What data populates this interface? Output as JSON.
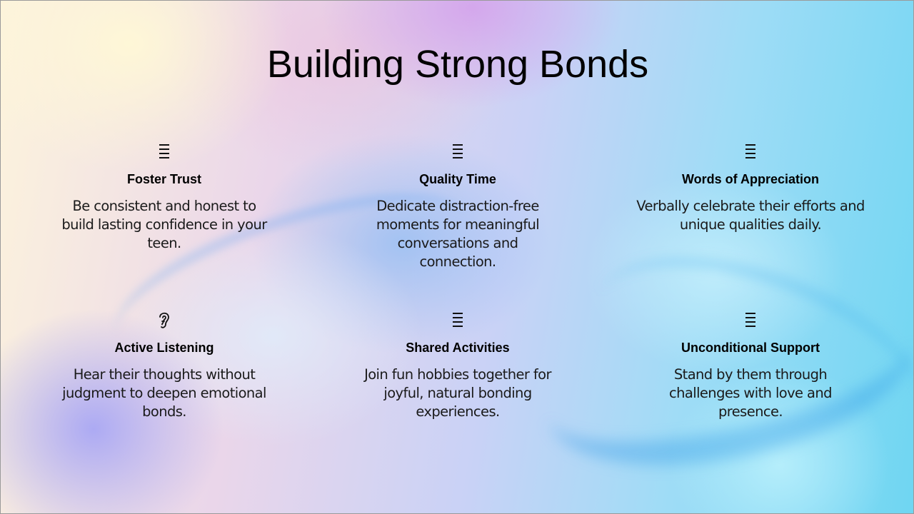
{
  "slide": {
    "title": "Building Strong Bonds",
    "colors": {
      "text": "#111111",
      "background_start": "#fdf4dc",
      "background_mid": "#c9d2f6",
      "background_end": "#6fd6f2"
    },
    "cards": [
      {
        "icon": "list-lines-icon",
        "heading": "Foster Trust",
        "description": "Be consistent and honest to build lasting confidence in your teen."
      },
      {
        "icon": "list-lines-icon",
        "heading": "Quality Time",
        "description": "Dedicate distraction-free moments for meaningful conversations and connection."
      },
      {
        "icon": "list-lines-icon",
        "heading": "Words of Appreciation",
        "description": "Verbally celebrate their efforts and unique qualities daily."
      },
      {
        "icon": "ear-icon",
        "heading": "Active Listening",
        "description": "Hear their thoughts without judgment to deepen emotional bonds."
      },
      {
        "icon": "list-lines-icon",
        "heading": "Shared Activities",
        "description": "Join fun hobbies together for joyful, natural bonding experiences."
      },
      {
        "icon": "list-lines-icon",
        "heading": "Unconditional Support",
        "description": "Stand by them through challenges with love and presence."
      }
    ]
  }
}
